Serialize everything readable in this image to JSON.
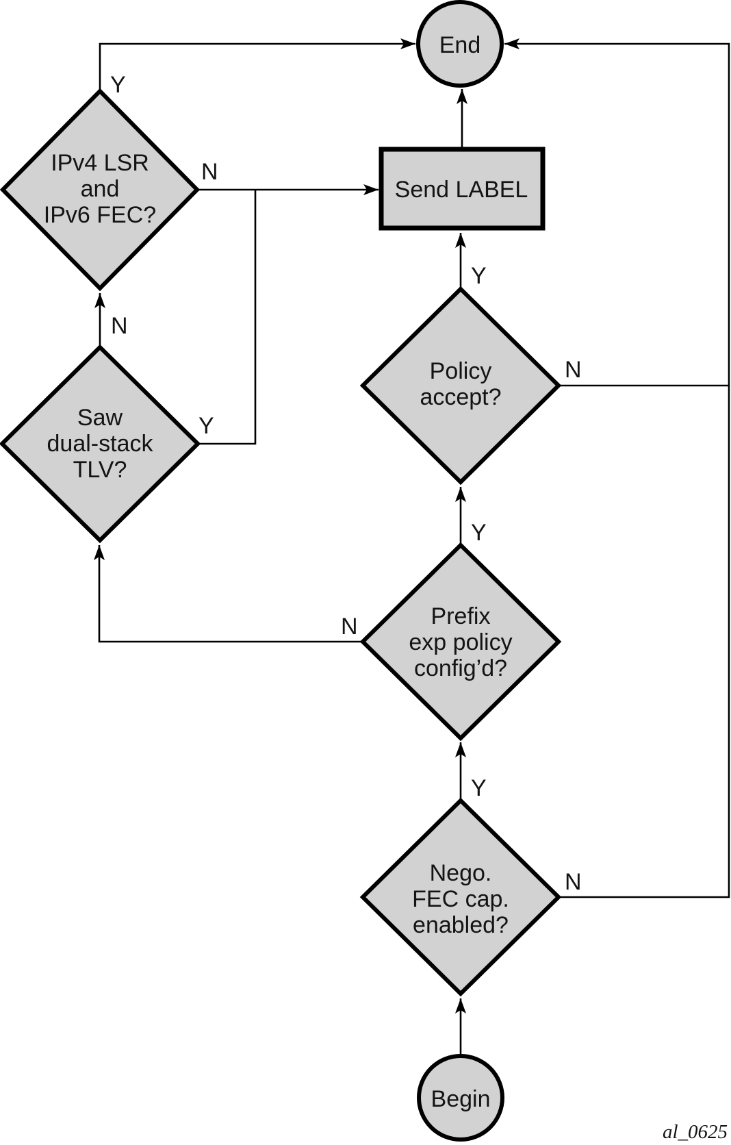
{
  "figure": {
    "watermark": "al_0625"
  },
  "colors": {
    "node_fill": "#d2d2d2",
    "line": "#000000",
    "background": "#ffffff"
  },
  "nodes": {
    "begin": {
      "shape": "circle",
      "label": "Begin"
    },
    "end": {
      "shape": "circle",
      "label": "End"
    },
    "send_label": {
      "shape": "rect",
      "label": "Send LABEL"
    },
    "ipv4_lsr": {
      "shape": "diamond",
      "lines": [
        "IPv4 LSR",
        "and",
        "IPv6 FEC?"
      ]
    },
    "saw_dual_stack": {
      "shape": "diamond",
      "lines": [
        "Saw",
        "dual-stack",
        "TLV?"
      ]
    },
    "policy_accept": {
      "shape": "diamond",
      "lines": [
        "Policy",
        "accept?"
      ]
    },
    "prefix_exp_policy": {
      "shape": "diamond",
      "lines": [
        "Prefix",
        "exp policy",
        "config’d?"
      ]
    },
    "nego_fec_cap": {
      "shape": "diamond",
      "lines": [
        "Nego.",
        "FEC cap.",
        "enabled?"
      ]
    }
  },
  "edge_labels": {
    "ipv4_yes": "Y",
    "ipv4_no": "N",
    "saw_no": "N",
    "saw_yes": "Y",
    "policy_yes": "Y",
    "policy_no": "N",
    "prefix_yes": "Y",
    "prefix_no": "N",
    "nego_yes": "Y",
    "nego_no": "N"
  }
}
